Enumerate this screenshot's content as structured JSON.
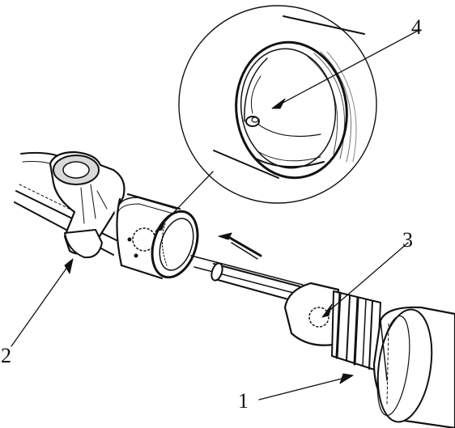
{
  "figure": {
    "colors": {
      "ink": "#111111",
      "paper": "#ffffff",
      "shade": "#d9d9d9"
    },
    "callouts": [
      {
        "id": "1",
        "label": "1"
      },
      {
        "id": "2",
        "label": "2"
      },
      {
        "id": "3",
        "label": "3"
      },
      {
        "id": "4",
        "label": "4"
      }
    ],
    "direction_arrow": "arrow-left-icon"
  }
}
